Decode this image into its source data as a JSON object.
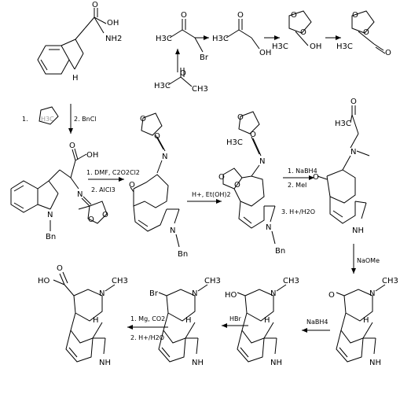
{
  "colors": {
    "ink": "#000000",
    "faint_label": "#9a9a9a",
    "background": "#ffffff"
  },
  "atoms": {
    "oh": "OH",
    "nh2": "NH2",
    "h": "H",
    "n": "N",
    "o": "O",
    "br": "Br",
    "h3c": "H3C",
    "ho": "HO",
    "ch3": "CH3",
    "bn": "Bn",
    "nh": "NH"
  },
  "conditions": {
    "step_1": "1.",
    "step_1_faint": "H3C",
    "step_2": "2. BnCl",
    "acylation_1": "1. DMF, C2O2Cl2",
    "acylation_2": "2. AlCl3",
    "acetal": "H+, Et(OH)2",
    "reduce_1": "1. NaBH4",
    "reduce_2": "2. MeI",
    "reduce_3": "3. H+/H2O",
    "base": "NaOMe",
    "borohydride": "NaBH4",
    "hbr": "HBr",
    "grignard_1": "1. Mg, CO2",
    "grignard_2": "2. H+/H2O"
  }
}
